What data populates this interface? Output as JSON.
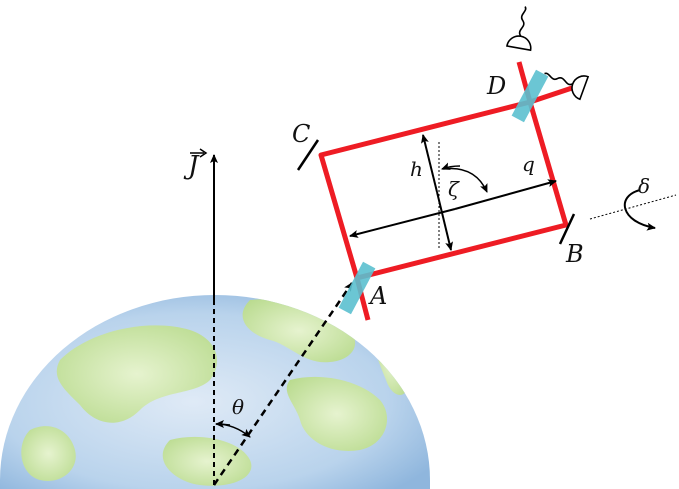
{
  "labels": {
    "J": "J",
    "theta": "θ",
    "A": "A",
    "B": "B",
    "C": "C",
    "D": "D",
    "h": "h",
    "q": "q",
    "zeta": "ζ",
    "delta": "δ"
  },
  "colors": {
    "cavity": "#ee1c24",
    "beam_splitter": "#5bc0cf",
    "ocean": "#b8d4ee",
    "land": "#c4e29c",
    "ink": "#000000"
  },
  "icons": {
    "detector_top": "photodetector-icon",
    "detector_right": "photodetector-icon",
    "rotation": "curved-arrow-icon"
  }
}
